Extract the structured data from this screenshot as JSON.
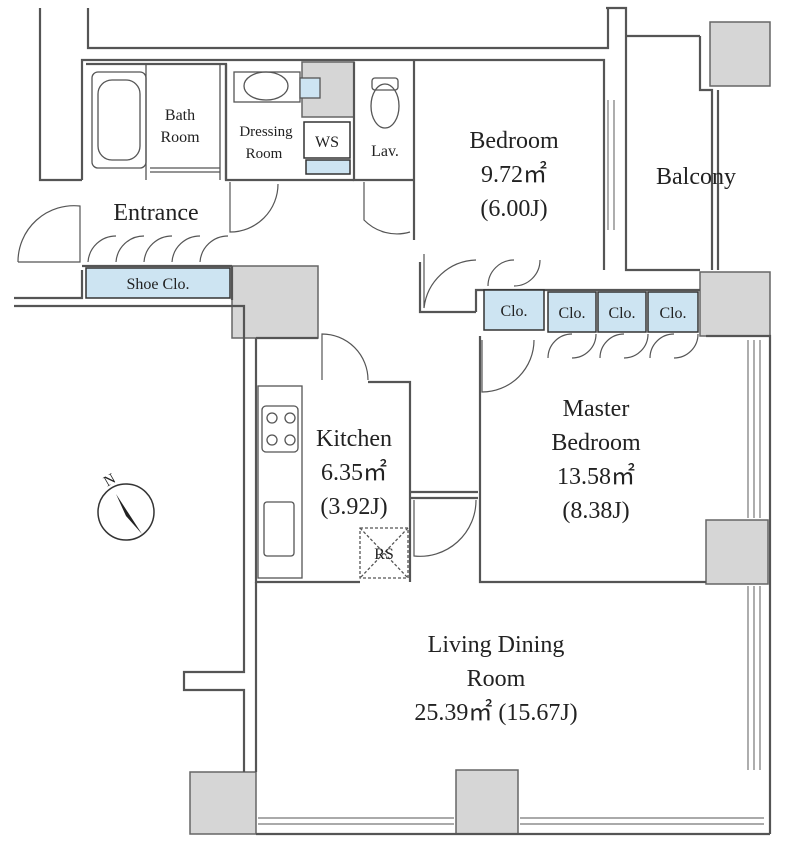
{
  "rooms": {
    "bedroom": {
      "name": "Bedroom",
      "area": "9.72㎡",
      "tatami": "(6.00J)"
    },
    "balcony": {
      "name": "Balcony"
    },
    "entrance": {
      "name": "Entrance"
    },
    "bath": {
      "line1": "Bath",
      "line2": "Room"
    },
    "dressing": {
      "line1": "Dressing",
      "line2": "Room"
    },
    "ws": {
      "name": "WS"
    },
    "lav": {
      "name": "Lav."
    },
    "shoe": {
      "name": "Shoe Clo."
    },
    "kitchen": {
      "name": "Kitchen",
      "area": "6.35㎡",
      "tatami": "(3.92J)"
    },
    "rs": {
      "name": "RS"
    },
    "master": {
      "line1": "Master",
      "line2": "Bedroom",
      "area": "13.58㎡",
      "tatami": "(8.38J)"
    },
    "living": {
      "line1": "Living Dining",
      "line2": "Room",
      "area": "25.39㎡ (15.67J)"
    },
    "closets": [
      "Clo.",
      "Clo.",
      "Clo.",
      "Clo."
    ]
  },
  "compass": {
    "label": "N"
  },
  "colors": {
    "wall": "#555555",
    "pillar": "#d6d6d6",
    "closet": "#cde4f2",
    "line": "#333333"
  }
}
